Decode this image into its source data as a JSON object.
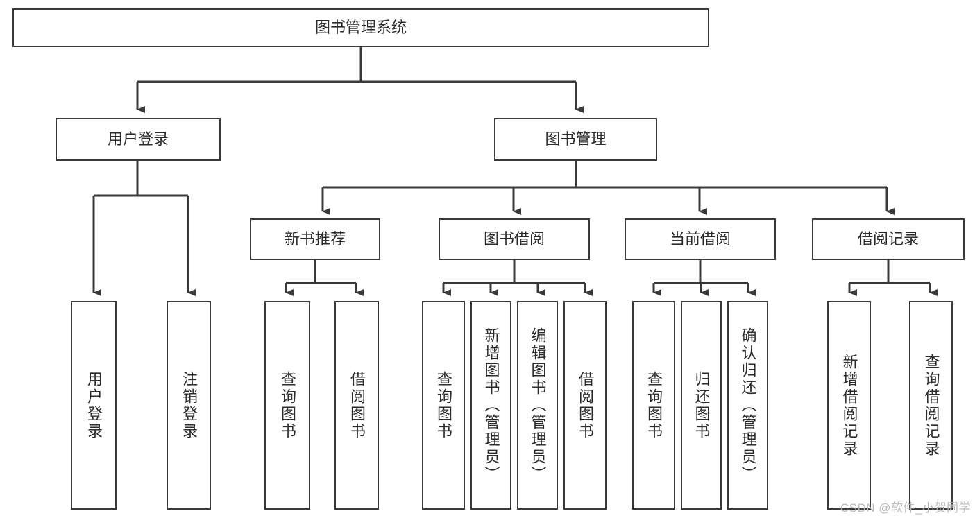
{
  "diagram": {
    "title": "图书管理系统",
    "type": "tree",
    "root": {
      "label": "图书管理系统"
    },
    "level2": [
      {
        "label": "用户登录"
      },
      {
        "label": "图书管理"
      }
    ],
    "level3": [
      {
        "label": "新书推荐"
      },
      {
        "label": "图书借阅"
      },
      {
        "label": "当前借阅"
      },
      {
        "label": "借阅记录"
      }
    ],
    "leaves": {
      "user_login": [
        {
          "label": "用户登录"
        },
        {
          "label": "注销登录"
        }
      ],
      "new_book_rec": [
        {
          "label": "查询图书"
        },
        {
          "label": "借阅图书"
        }
      ],
      "book_borrow": [
        {
          "label": "查询图书"
        },
        {
          "label": "新增图书（管理员）"
        },
        {
          "label": "编辑图书（管理员）"
        },
        {
          "label": "借阅图书"
        }
      ],
      "current_borrow": [
        {
          "label": "查询图书"
        },
        {
          "label": "归还图书"
        },
        {
          "label": "确认归还（管理员）"
        }
      ],
      "borrow_record": [
        {
          "label": "新增借阅记录"
        },
        {
          "label": "查询借阅记录"
        }
      ]
    }
  },
  "watermark": {
    "text": "CSDN @软件_小贺同学"
  },
  "colors": {
    "stroke": "#3a3a3a",
    "text": "#2b2b2b",
    "background": "#ffffff",
    "watermark": "#b9b9b9"
  }
}
